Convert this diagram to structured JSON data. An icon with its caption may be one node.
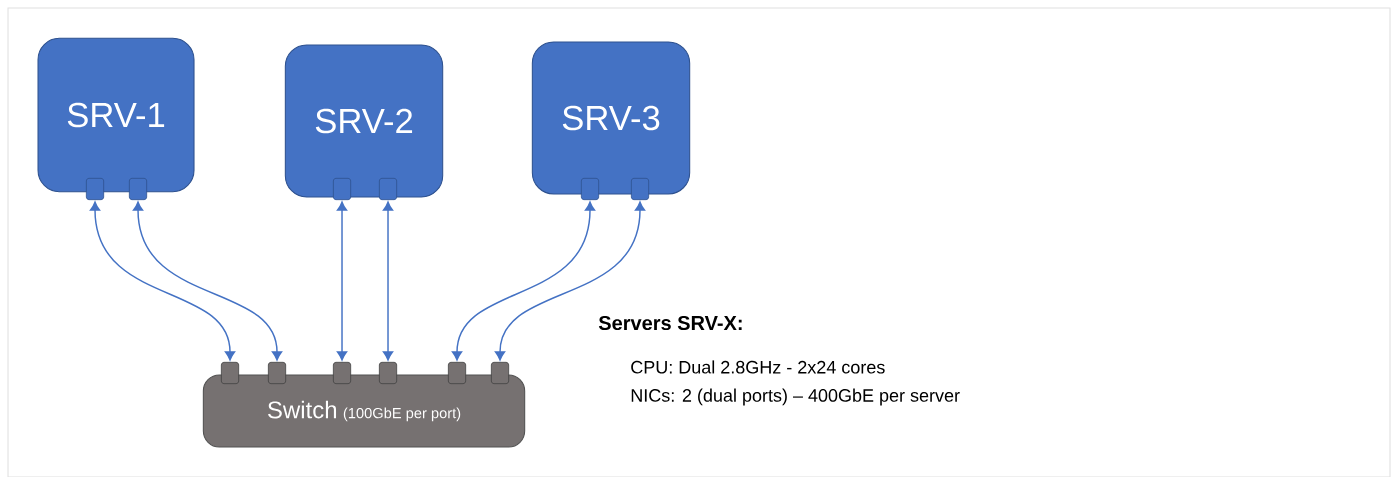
{
  "diagram": {
    "nodes": [
      {
        "text": [
          "SRV-1"
        ]
      },
      {
        "text": [],
        "shape": "box",
        "in": 0
      },
      {
        "text": [],
        "shape": "box",
        "in": 0
      },
      {
        "text": [
          "SRV-2"
        ]
      },
      {
        "text": [],
        "shape": "box",
        "in": 3
      },
      {
        "text": [],
        "shape": "box",
        "in": 3
      },
      {
        "text": [
          "SRV-3"
        ]
      },
      {
        "text": [],
        "shape": "box",
        "in": 6
      },
      {
        "text": [],
        "shape": "box",
        "in": 6
      },
      {
        "text": [
          "Switch",
          "(100GbE per port)"
        ]
      },
      {
        "text": [],
        "shape": "box",
        "in": 9
      },
      {
        "text": [],
        "shape": "box",
        "in": 9
      },
      {
        "text": [],
        "shape": "box",
        "in": 9
      },
      {
        "text": [],
        "shape": "box",
        "in": 9
      },
      {
        "text": [],
        "shape": "box",
        "in": 9
      },
      {
        "text": [],
        "shape": "box",
        "in": 9
      }
    ],
    "edges": [
      {
        "from": 1,
        "to": 10,
        "arrow": "both"
      },
      {
        "from": 2,
        "to": 11,
        "arrow": "both"
      },
      {
        "from": 4,
        "to": 12,
        "arrow": "both"
      },
      {
        "from": 5,
        "to": 13,
        "arrow": "both"
      },
      {
        "from": 7,
        "to": 14,
        "arrow": "both"
      },
      {
        "from": 8,
        "to": 15,
        "arrow": "both"
      }
    ],
    "labels": [
      "Servers SRV-X:",
      "CPU: Dual 2.8GHz - 2x24 cores",
      "NICs: 2 (dual ports) – 400GbE per server"
    ]
  }
}
